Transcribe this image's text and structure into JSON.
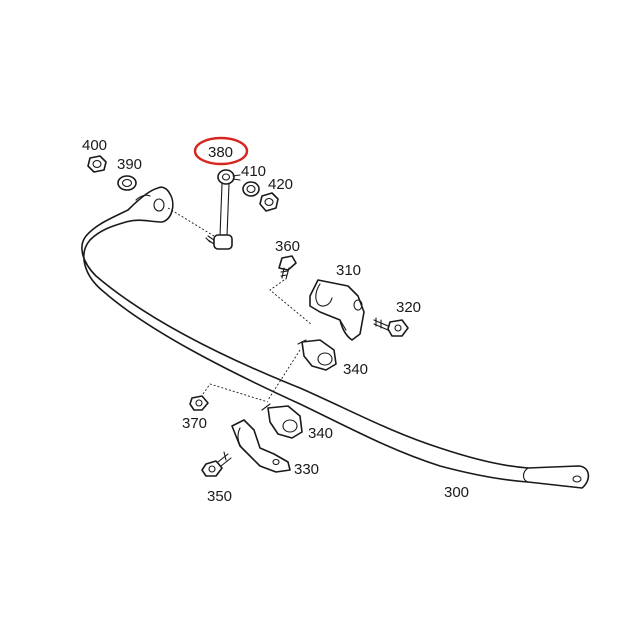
{
  "diagram": {
    "highlight_color": "#d6261f",
    "line_color": "#1a1a1a",
    "labels": {
      "p300": "300",
      "p310": "310",
      "p320": "320",
      "p330": "330",
      "p340a": "340",
      "p340b": "340",
      "p350": "350",
      "p360": "360",
      "p370": "370",
      "p380": "380",
      "p390": "390",
      "p400": "400",
      "p410": "410",
      "p420": "420"
    },
    "highlighted_part": "380"
  }
}
